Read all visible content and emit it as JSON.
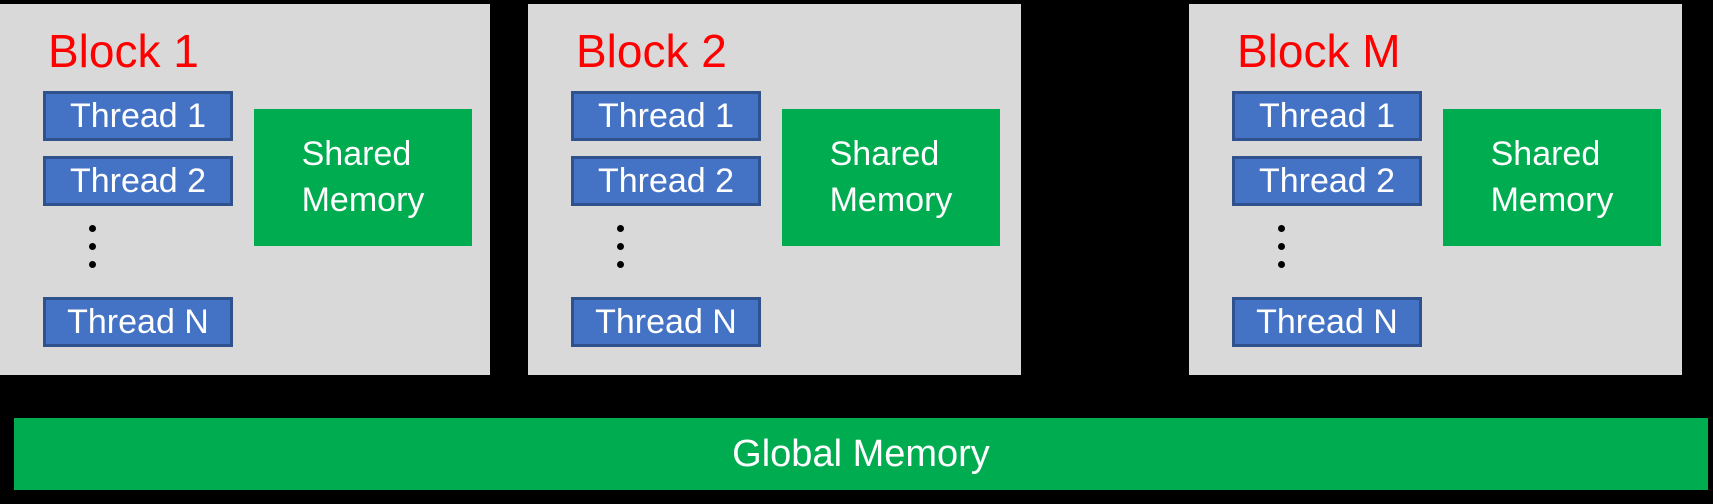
{
  "colors": {
    "background": "#000000",
    "card_gray": "#d9d9d9",
    "title_red": "#ff0000",
    "thread_fill_blue": "#4472c4",
    "thread_border_blue": "#2f528f",
    "memory_green": "#00ac50",
    "text_white": "#ffffff"
  },
  "blocks": [
    {
      "title": "Block 1",
      "threads": [
        "Thread 1",
        "Thread 2",
        "Thread N"
      ],
      "shared_memory_label": "Shared Memory"
    },
    {
      "title": "Block 2",
      "threads": [
        "Thread 1",
        "Thread 2",
        "Thread N"
      ],
      "shared_memory_label": "Shared Memory"
    },
    {
      "title": "Block M",
      "threads": [
        "Thread 1",
        "Thread 2",
        "Thread N"
      ],
      "shared_memory_label": "Shared Memory"
    }
  ],
  "global_memory": {
    "label": "Global Memory"
  }
}
